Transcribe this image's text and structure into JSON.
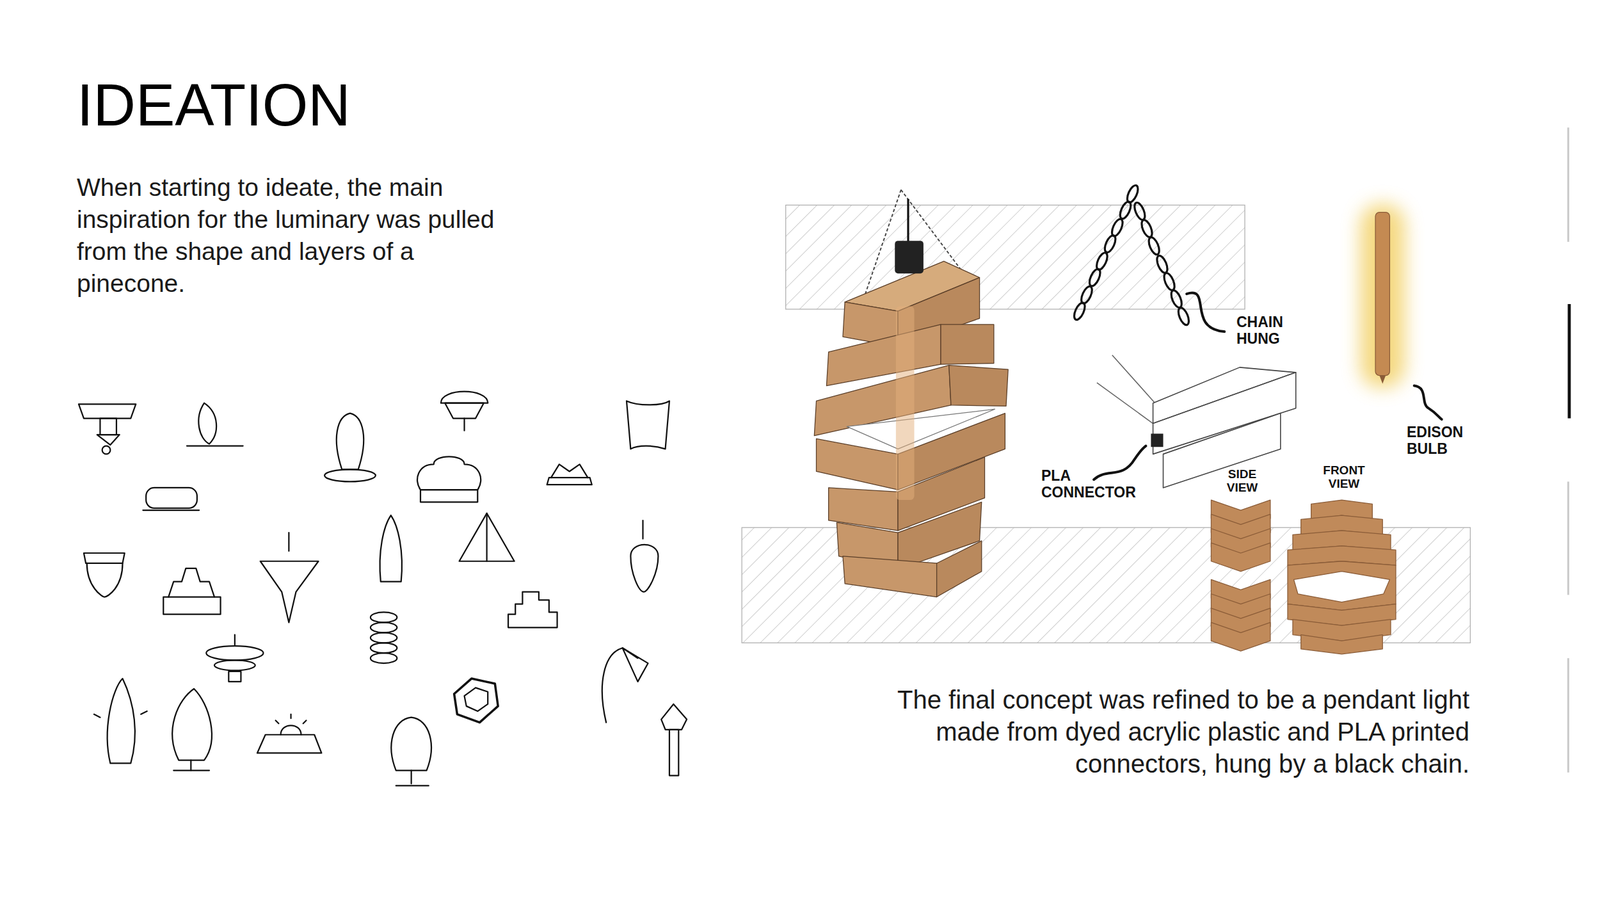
{
  "diagram": {
    "title": "IDEATION",
    "caption": "The final concept was refined to be a pendant light made from dyed acrylic plastic and PLA printed connectors, hung by a black chain.",
    "labels": [
      "When starting to ideate, the main inspiration for the luminary was pulled from the shape and layers of a pinecone.",
      "CHAIN HUNG",
      "EDISON BULB",
      "PLA CONNECTOR",
      "SIDE VIEW",
      "FRONT VIEW"
    ]
  }
}
